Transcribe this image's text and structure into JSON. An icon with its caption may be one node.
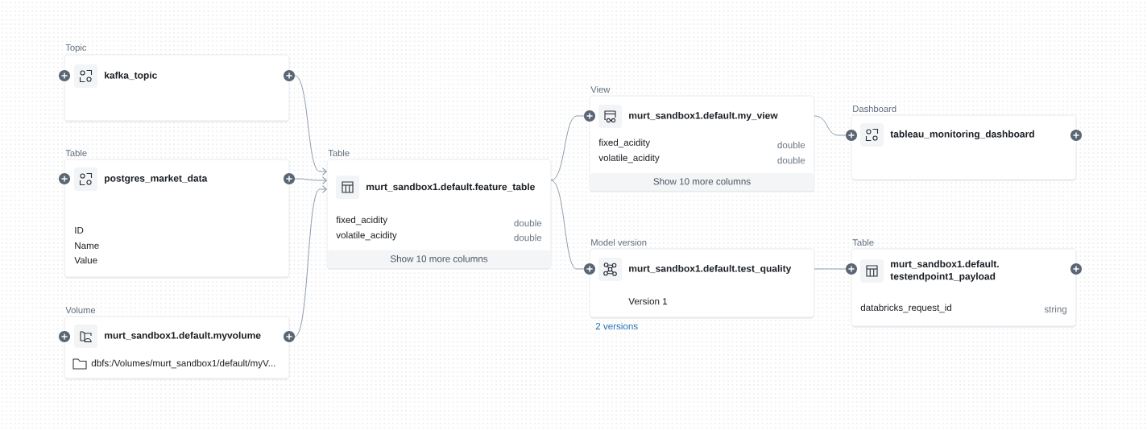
{
  "diagram": {
    "nodes": [
      {
        "text": [
          "Topic",
          "kafka_topic"
        ]
      },
      {
        "text": [
          "Table",
          "postgres_market_data",
          "ID",
          "Name",
          "Value"
        ]
      },
      {
        "text": [
          "Volume",
          "murt_sandbox1.default.myvolume",
          "dbfs:/Volumes/murt_sandbox1/default/myV..."
        ]
      },
      {
        "text": [
          "Table",
          "murt_sandbox1.default.feature_table",
          "fixed_acidity",
          "double",
          "volatile_acidity",
          "double"
        ]
      },
      {
        "text": [
          "Show 10 more columns"
        ],
        "in": 3
      },
      {
        "text": [
          "View",
          "murt_sandbox1.default.my_view",
          "fixed_acidity",
          "double",
          "volatile_acidity",
          "double"
        ]
      },
      {
        "text": [
          "Show 10 more columns"
        ],
        "in": 5
      },
      {
        "text": [
          "Model version",
          "murt_sandbox1.default.test_quality",
          "Version 1"
        ],
        "beside": [
          "2 versions"
        ]
      },
      {
        "text": [
          "Dashboard",
          "tableau_monitoring_dashboard"
        ]
      },
      {
        "text": [
          "Table",
          "murt_sandbox1.default.testendpoint1_payload",
          "databricks_request_id",
          "string"
        ]
      }
    ],
    "edges": [
      {
        "from": 0,
        "to": 3,
        "arrow": "to"
      },
      {
        "from": 1,
        "to": 3,
        "arrow": "to"
      },
      {
        "from": 2,
        "to": 3,
        "arrow": "to"
      },
      {
        "from": 3,
        "to": 5,
        "arrow": "none"
      },
      {
        "from": 3,
        "to": 7,
        "arrow": "none"
      },
      {
        "from": 5,
        "to": 8,
        "arrow": "none"
      },
      {
        "from": 7,
        "to": 9,
        "arrow": "none"
      }
    ]
  }
}
